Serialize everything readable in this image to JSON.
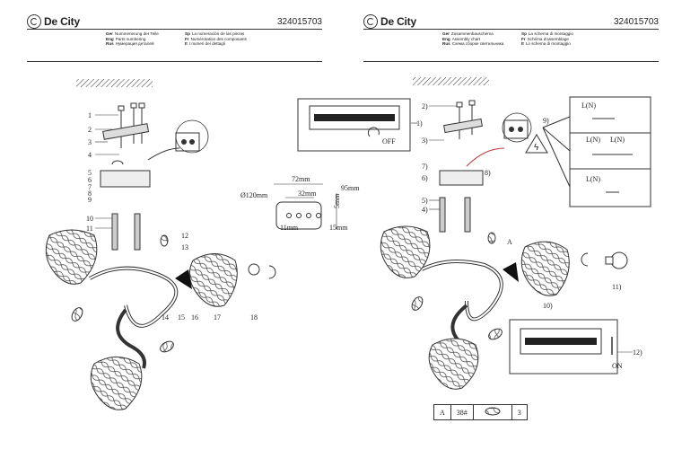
{
  "brand": "De City",
  "left_page": {
    "code": "324015703",
    "legend": [
      {
        "lang": "Ger",
        "text": "Nummerierung der Teile"
      },
      {
        "lang": "Sp",
        "text": "La numeración de las piezas"
      },
      {
        "lang": "Eng",
        "text": "Parts numbering"
      },
      {
        "lang": "Fr",
        "text": "Numérotation des composants"
      },
      {
        "lang": "Rus",
        "text": "Нумерация деталей"
      },
      {
        "lang": "It",
        "text": "I numeri dei dettagli"
      }
    ],
    "part_numbers": [
      "1",
      "2",
      "3",
      "4",
      "5",
      "6",
      "7",
      "8",
      "9",
      "10",
      "11",
      "12",
      "13",
      "14",
      "15",
      "16",
      "17",
      "18"
    ],
    "dimensions": {
      "d120": "Ø120mm",
      "w72": "72mm",
      "w32": "32mm",
      "w95": "95mm",
      "h11": "11mm",
      "h15": "15mm",
      "h5": "5mm"
    }
  },
  "right_page": {
    "code": "324015703",
    "legend": [
      {
        "lang": "Ger",
        "text": "Zusammenbauschema"
      },
      {
        "lang": "Sp",
        "text": "La schema di montaggio"
      },
      {
        "lang": "Eng",
        "text": "Assembly chart"
      },
      {
        "lang": "Fr",
        "text": "Schéma d'assemblage"
      },
      {
        "lang": "Rus",
        "text": "Схема сборке светильника"
      },
      {
        "lang": "It",
        "text": "Lo schema di montaggio"
      }
    ],
    "step_labels": [
      "1)",
      "2)",
      "3)",
      "4)",
      "5)",
      "6)",
      "7)",
      "8)",
      "9)",
      "10)",
      "11)",
      "12)"
    ],
    "wire_labels": [
      "L(N)",
      "L(N)",
      "L(N)",
      "L(N)"
    ],
    "switch_off": "OFF",
    "switch_on": "ON",
    "marker_a": "A",
    "table": [
      "A",
      "38#",
      "3"
    ]
  }
}
